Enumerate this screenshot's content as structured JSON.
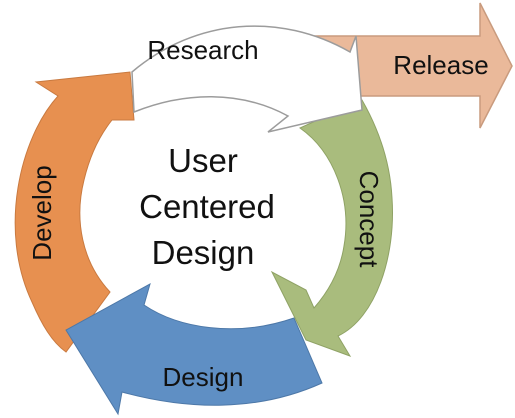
{
  "diagram": {
    "center_lines": [
      "User",
      "Centered",
      "Design"
    ],
    "stages": {
      "research": "Research",
      "concept": "Concept",
      "design": "Design",
      "develop": "Develop",
      "release": "Release"
    },
    "colors": {
      "research_fill": "#ffffff",
      "research_stroke": "#9c9c9c",
      "concept": "#a9bc7d",
      "design": "#5f8fc4",
      "develop": "#e79050",
      "release": "#eab99a",
      "release_stroke": "#c99b7e",
      "text": "#111111"
    }
  }
}
